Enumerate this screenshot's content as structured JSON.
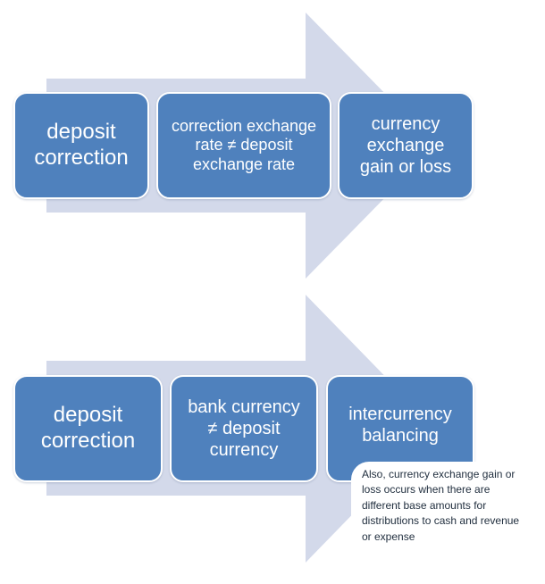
{
  "colors": {
    "arrow": "#d3d9ea",
    "box": "#4f81bd",
    "box_text": "#ffffff",
    "note_text": "#1f2d3d"
  },
  "rows": [
    {
      "boxes": [
        {
          "label": "deposit correction"
        },
        {
          "label": "correction exchange rate ≠ deposit exchange rate"
        },
        {
          "label": "currency exchange gain or loss"
        }
      ]
    },
    {
      "boxes": [
        {
          "label": "deposit correction"
        },
        {
          "label": "bank currency ≠ deposit currency"
        },
        {
          "label": "intercurrency balancing"
        }
      ]
    }
  ],
  "note": "Also, currency exchange gain or loss occurs when there are different base amounts for distributions to cash and revenue or expense"
}
